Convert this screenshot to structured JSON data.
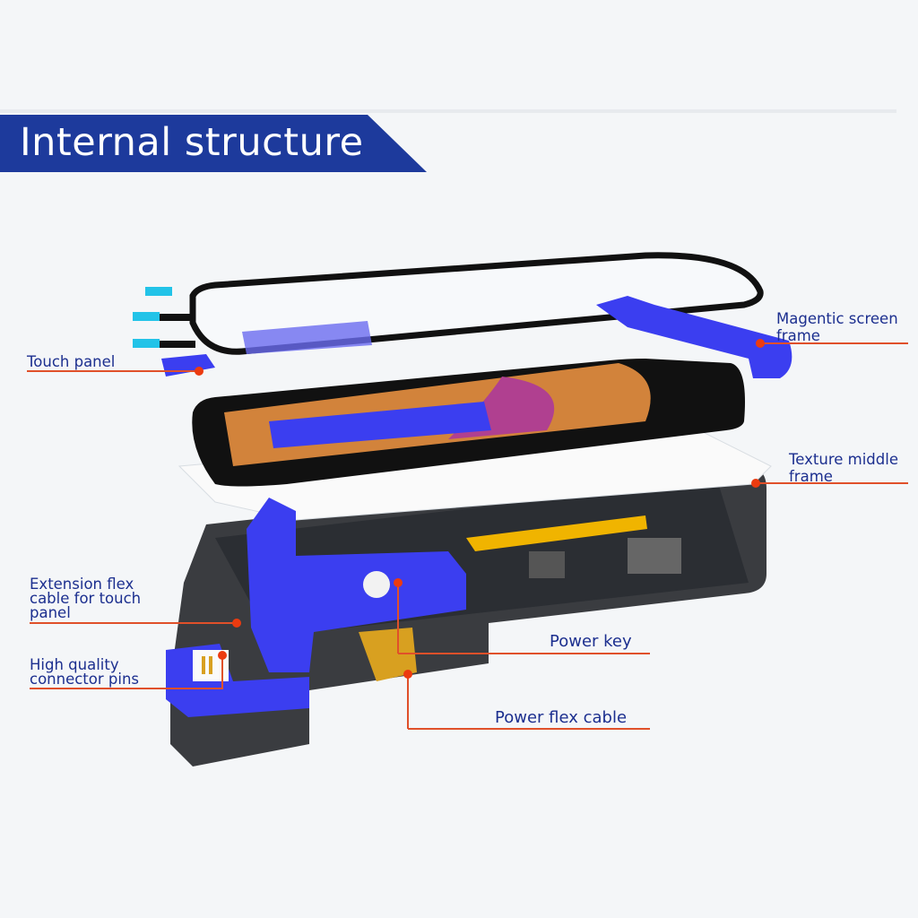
{
  "banner": {
    "title": "Internal structure"
  },
  "labels": {
    "touch_panel": "Touch panel",
    "magnetic_frame": "Magentic screen frame",
    "texture_frame": "Texture middle frame",
    "extension_flex": "Extension flex cable for touch panel",
    "connector_pins": "High quality connector pins",
    "power_key": "Power key",
    "power_flex": "Power flex cable"
  },
  "colors": {
    "brand_blue": "#1d3a9c",
    "accent_blue": "#3b3ef0",
    "leader_line": "#e0502a",
    "label_text": "#1c2f8f"
  }
}
